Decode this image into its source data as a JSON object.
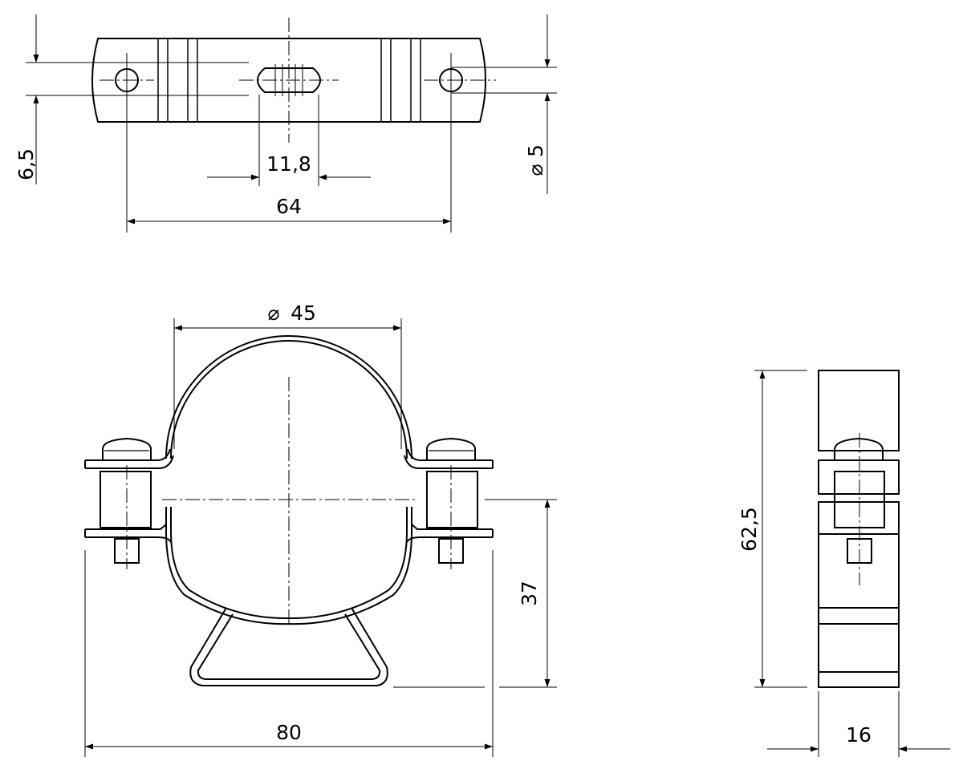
{
  "dimensions": {
    "top_view": {
      "thickness": "6,5",
      "slot_width": "11,8",
      "hole_spacing": "64",
      "hole_diameter": "5"
    },
    "front_view": {
      "pipe_diameter": "45",
      "axis_height": "37",
      "overall_width": "80"
    },
    "side_view": {
      "overall_height": "62,5",
      "width": "16"
    }
  },
  "symbols": {
    "diameter": "⌀"
  }
}
